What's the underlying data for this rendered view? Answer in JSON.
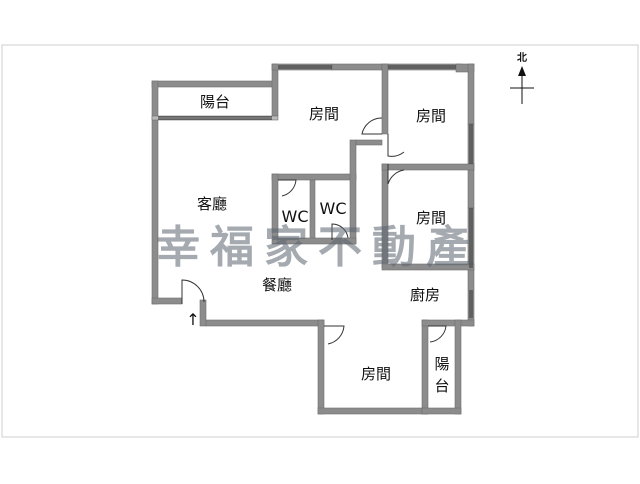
{
  "compass": {
    "label": "北"
  },
  "rooms": {
    "balcony_top": "陽台",
    "bedroom_top": "房間",
    "bedroom_top_right": "房間",
    "bedroom_right": "房間",
    "living_room": "客廳",
    "wc_left": "WC",
    "wc_right": "WC",
    "dining_room": "餐廳",
    "kitchen": "廚房",
    "bedroom_bottom": "房間",
    "balcony_bottom_line1": "陽",
    "balcony_bottom_line2": "台"
  },
  "entrance": {
    "arrow": "↑"
  },
  "watermark": {
    "text": "幸福家不動產"
  },
  "colors": {
    "wall": "#8c8c8c",
    "wall_edge": "#6e6e6e",
    "line": "#333333",
    "watermark": "#5a6470",
    "frame": "#cfcfcf"
  }
}
